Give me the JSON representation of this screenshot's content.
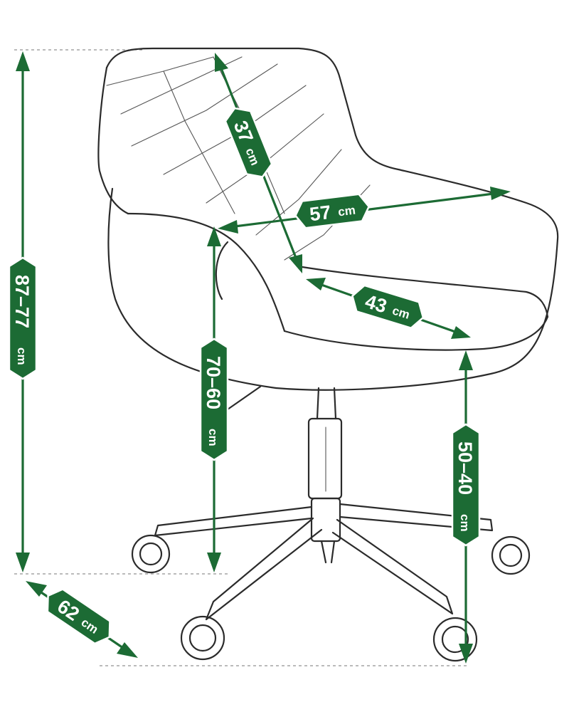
{
  "dimensions": {
    "total_height": {
      "value": "87–77",
      "unit": "cm"
    },
    "armrest_height": {
      "value": "70–60",
      "unit": "cm"
    },
    "seat_height": {
      "value": "50–40",
      "unit": "cm"
    },
    "base_depth": {
      "value": "62",
      "unit": "cm"
    },
    "backrest_height": {
      "value": "37",
      "unit": "cm"
    },
    "seat_width": {
      "value": "57",
      "unit": "cm"
    },
    "seat_depth": {
      "value": "43",
      "unit": "cm"
    }
  },
  "colors": {
    "accent": "#1c6b34",
    "sketch": "#2b2b2b"
  },
  "icons": [
    "double-arrow-icon"
  ]
}
